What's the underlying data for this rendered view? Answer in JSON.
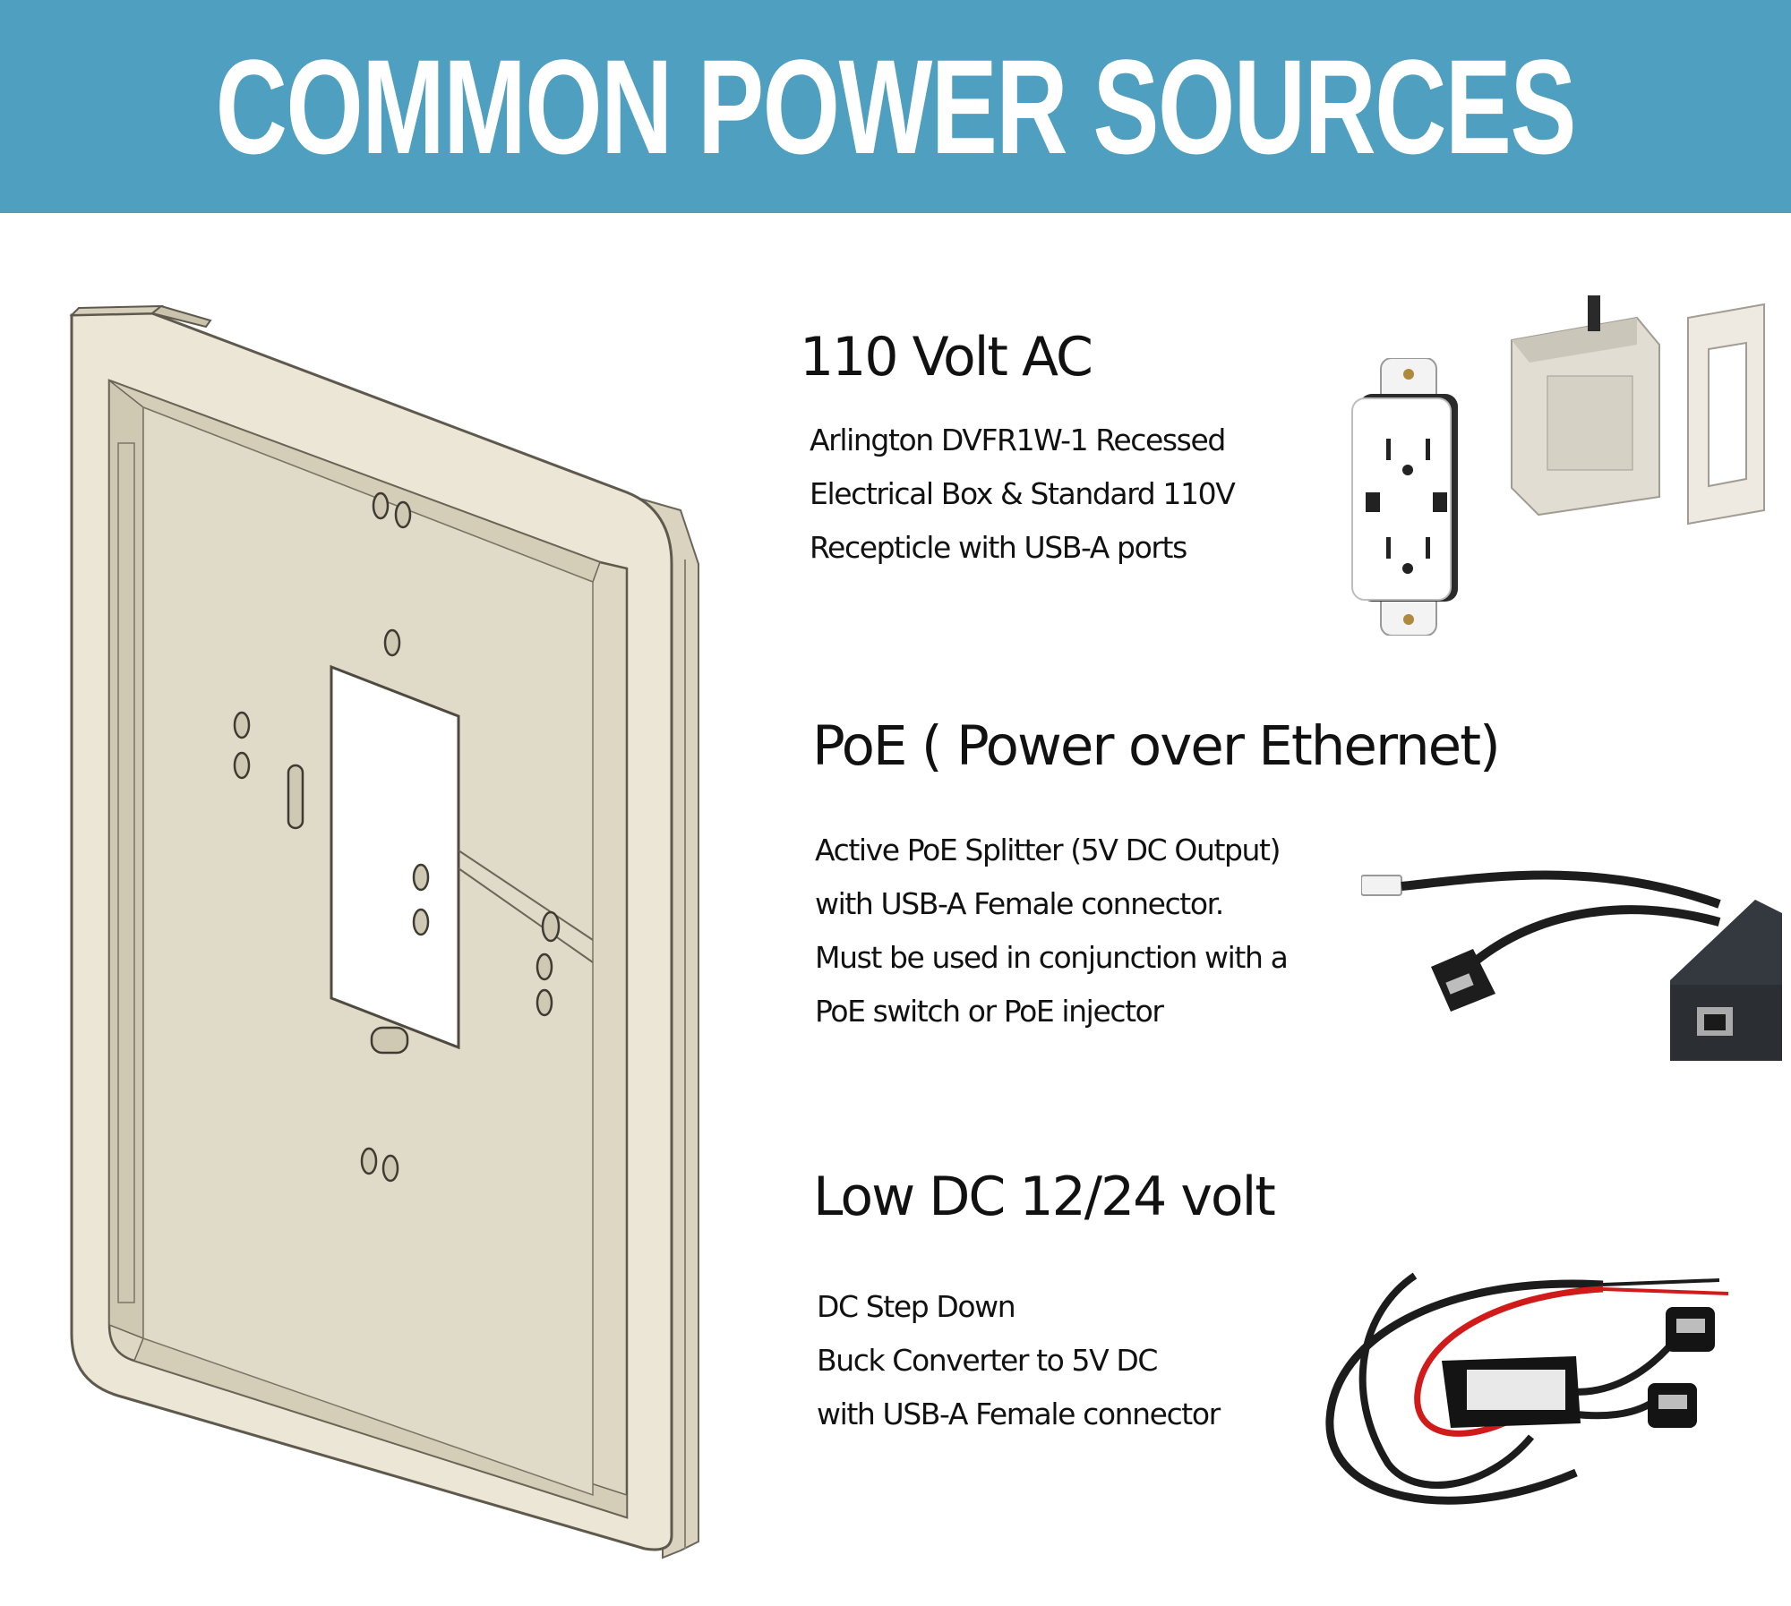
{
  "banner": {
    "title": "COMMON POWER SOURCES"
  },
  "sections": [
    {
      "title": "110 Volt AC",
      "lines": [
        "Arlington DVFR1W-1 Recessed",
        "Electrical Box & Standard 110V",
        "Recepticle with USB-A ports"
      ]
    },
    {
      "title": "PoE ( Power over Ethernet)",
      "lines": [
        "Active PoE Splitter (5V DC Output)",
        "with USB-A Female connector.",
        "Must be used in conjunction with a",
        "PoE switch or PoE injector"
      ]
    },
    {
      "title": "Low DC 12/24 volt",
      "lines": [
        "DC Step Down",
        "Buck Converter to 5V DC",
        "with USB-A Female connector"
      ]
    }
  ],
  "colors": {
    "banner": "#4f9fc0",
    "banner_text": "#ffffff",
    "frame": "#e9e4d3",
    "frame_dark": "#cfc8b4",
    "back_panel": "#e3ddcb"
  },
  "images": {
    "mount": "wall-mount-frame-render",
    "outlet": "usb-receptacle-outlet",
    "box": "recessed-electrical-box",
    "plate": "recessed-wall-plate",
    "poe": "poe-splitter-cable",
    "buck": "dc-buck-converter-cable"
  }
}
